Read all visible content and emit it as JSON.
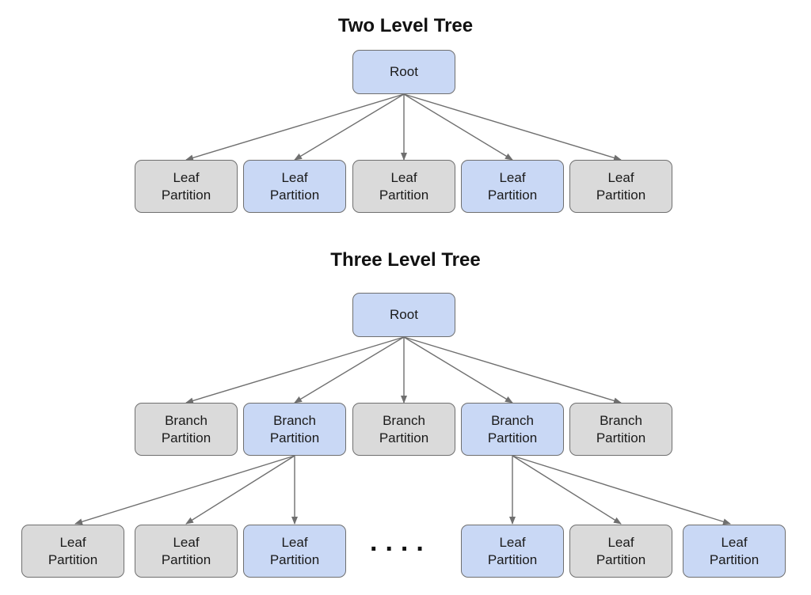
{
  "titles": {
    "two_level": "Two Level Tree",
    "three_level": "Three Level Tree"
  },
  "colors": {
    "highlight": "#c9d8f5",
    "neutral": "#dadada",
    "stroke": "#6f6f6f",
    "arrow": "#6f6f6f"
  },
  "two_level": {
    "root": {
      "label": "Root"
    },
    "leaves": [
      {
        "line1": "Leaf",
        "line2": "Partition",
        "highlighted": false
      },
      {
        "line1": "Leaf",
        "line2": "Partition",
        "highlighted": true
      },
      {
        "line1": "Leaf",
        "line2": "Partition",
        "highlighted": false
      },
      {
        "line1": "Leaf",
        "line2": "Partition",
        "highlighted": true
      },
      {
        "line1": "Leaf",
        "line2": "Partition",
        "highlighted": false
      }
    ]
  },
  "three_level": {
    "root": {
      "label": "Root"
    },
    "branches": [
      {
        "line1": "Branch",
        "line2": "Partition",
        "highlighted": false
      },
      {
        "line1": "Branch",
        "line2": "Partition",
        "highlighted": true
      },
      {
        "line1": "Branch",
        "line2": "Partition",
        "highlighted": false
      },
      {
        "line1": "Branch",
        "line2": "Partition",
        "highlighted": true
      },
      {
        "line1": "Branch",
        "line2": "Partition",
        "highlighted": false
      }
    ],
    "leaves": [
      {
        "line1": "Leaf",
        "line2": "Partition",
        "highlighted": false
      },
      {
        "line1": "Leaf",
        "line2": "Partition",
        "highlighted": false
      },
      {
        "line1": "Leaf",
        "line2": "Partition",
        "highlighted": true
      },
      {
        "line1": "Leaf",
        "line2": "Partition",
        "highlighted": true
      },
      {
        "line1": "Leaf",
        "line2": "Partition",
        "highlighted": false
      },
      {
        "line1": "Leaf",
        "line2": "Partition",
        "highlighted": true
      }
    ],
    "ellipsis": "...."
  }
}
